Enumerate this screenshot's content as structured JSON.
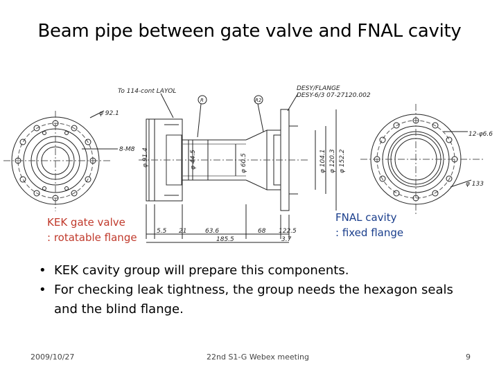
{
  "slide": {
    "title": "Beam pipe between gate valve and FNAL cavity"
  },
  "callouts": {
    "left": [
      "KEK gate valve",
      ": rotatable flange"
    ],
    "right": [
      "FNAL cavity",
      ": fixed flange"
    ]
  },
  "bullets": [
    "KEK cavity group will prepare this components.",
    "For checking leak tightness, the group needs the hexagon seals and the blind flange."
  ],
  "drawing_labels": {
    "dim_55": "5.5",
    "dim_21": "21",
    "dim_636": "63.6",
    "dim_68": "68",
    "dim_1225": "122.5",
    "dim_1855": "185.5",
    "dim_37": "3.7",
    "dim_914": "φ 91.4",
    "dim_445": "φ 44.5",
    "dim_605": "φ 60.5",
    "dim_1041": "φ 104.1",
    "dim_1203": "φ 120.3",
    "dim_1522": "φ 152.2",
    "dim_left_dia": "φ 92.1",
    "dim_left_bolt": "8-M8",
    "dim_right_holes": "12-φ6.6",
    "dim_right_dia": "φ 133",
    "note_left": "To 114-cont LAYOL",
    "note_right_1": "DESY/FLANGE",
    "note_right_2": "DESY-6/3 07-27120.002",
    "balloon_1": "R",
    "balloon_2": "R2"
  },
  "footer": {
    "date": "2009/10/27",
    "meeting": "22nd S1-G Webex meeting",
    "page": "9"
  },
  "colors": {
    "left_callout": "#c0392b",
    "right_callout": "#1a3e8c"
  }
}
